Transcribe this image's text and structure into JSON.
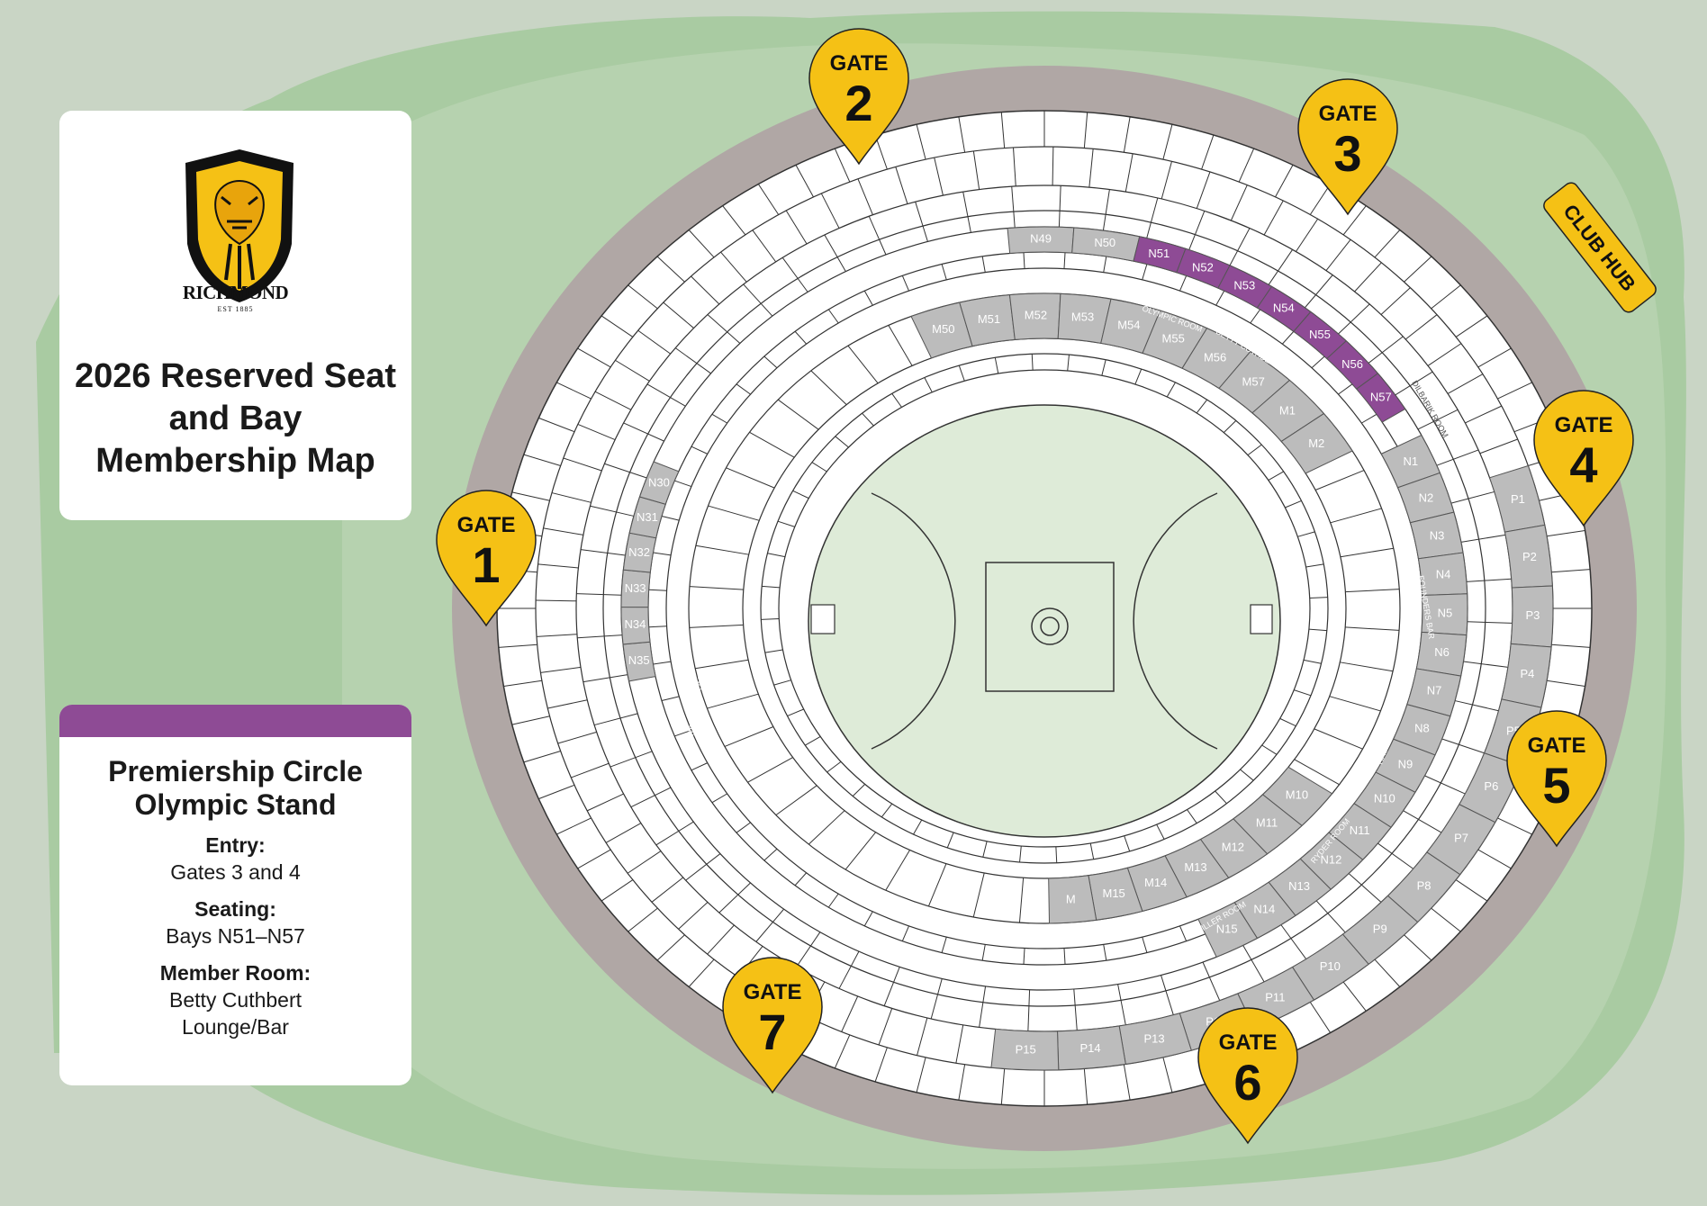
{
  "title_card": {
    "club_name": "RICHMOND",
    "club_est": "EST 1885",
    "map_title": "2026 Reserved Seat and Bay Membership Map"
  },
  "info_card": {
    "title": "Premiership Circle Olympic Stand",
    "entry_label": "Entry:",
    "entry_value": "Gates 3 and 4",
    "seating_label": "Seating:",
    "seating_value": "Bays N51–N57",
    "room_label": "Member Room:",
    "room_value": "Betty Cuthbert Lounge/Bar"
  },
  "colors": {
    "accent": "#8e4b95",
    "gate_yellow": "#f5c115",
    "concourse": "#b0a7a5",
    "grey_bay": "#bcbcbc",
    "grass": "#deebd8"
  },
  "club_hub": "CLUB HUB",
  "gates": [
    {
      "id": "gate-1",
      "word": "GATE",
      "number": "1"
    },
    {
      "id": "gate-2",
      "word": "GATE",
      "number": "2"
    },
    {
      "id": "gate-3",
      "word": "GATE",
      "number": "3"
    },
    {
      "id": "gate-4",
      "word": "GATE",
      "number": "4"
    },
    {
      "id": "gate-5",
      "word": "GATE",
      "number": "5"
    },
    {
      "id": "gate-6",
      "word": "GATE",
      "number": "6"
    },
    {
      "id": "gate-7",
      "word": "GATE",
      "number": "7"
    }
  ],
  "bays": {
    "highlighted": [
      "N51",
      "N52",
      "N53",
      "N54",
      "N55",
      "N56",
      "N57"
    ],
    "n_upper": [
      "N49",
      "N50"
    ],
    "n_right": [
      "N1",
      "N2",
      "N3",
      "N4",
      "N5",
      "N6",
      "N7",
      "N8",
      "N9",
      "N10",
      "N11",
      "N12",
      "N13",
      "N14",
      "N15"
    ],
    "n_left": [
      "N35",
      "N34",
      "N33",
      "N32",
      "N31",
      "N30"
    ],
    "m_top": [
      "M50",
      "M51",
      "M52",
      "M53",
      "M54",
      "M55",
      "M56",
      "M57",
      "M1",
      "M2"
    ],
    "m_bottom": [
      "M10",
      "M11",
      "M12",
      "M13",
      "M14",
      "M15",
      "M"
    ],
    "p": [
      "P1",
      "P2",
      "P3",
      "P4",
      "P5",
      "P6",
      "P7",
      "P8",
      "P9",
      "P10",
      "P11",
      "P12",
      "P13",
      "P14",
      "P15"
    ]
  },
  "rooms": {
    "olympic": "OLYMPIC ROOM",
    "betty": "BETTY CUTHBERT LOUNGE",
    "dean_jones": "DEAN JONES BAR",
    "harrison": "HARRISON ROOM",
    "dilbarik": "DILBARIK ROOM",
    "founders": "FOUNDERS BAR",
    "hassett": "HASSETT ROOM",
    "ryder": "RYDER ROOM",
    "miller": "MILLER ROOM"
  }
}
